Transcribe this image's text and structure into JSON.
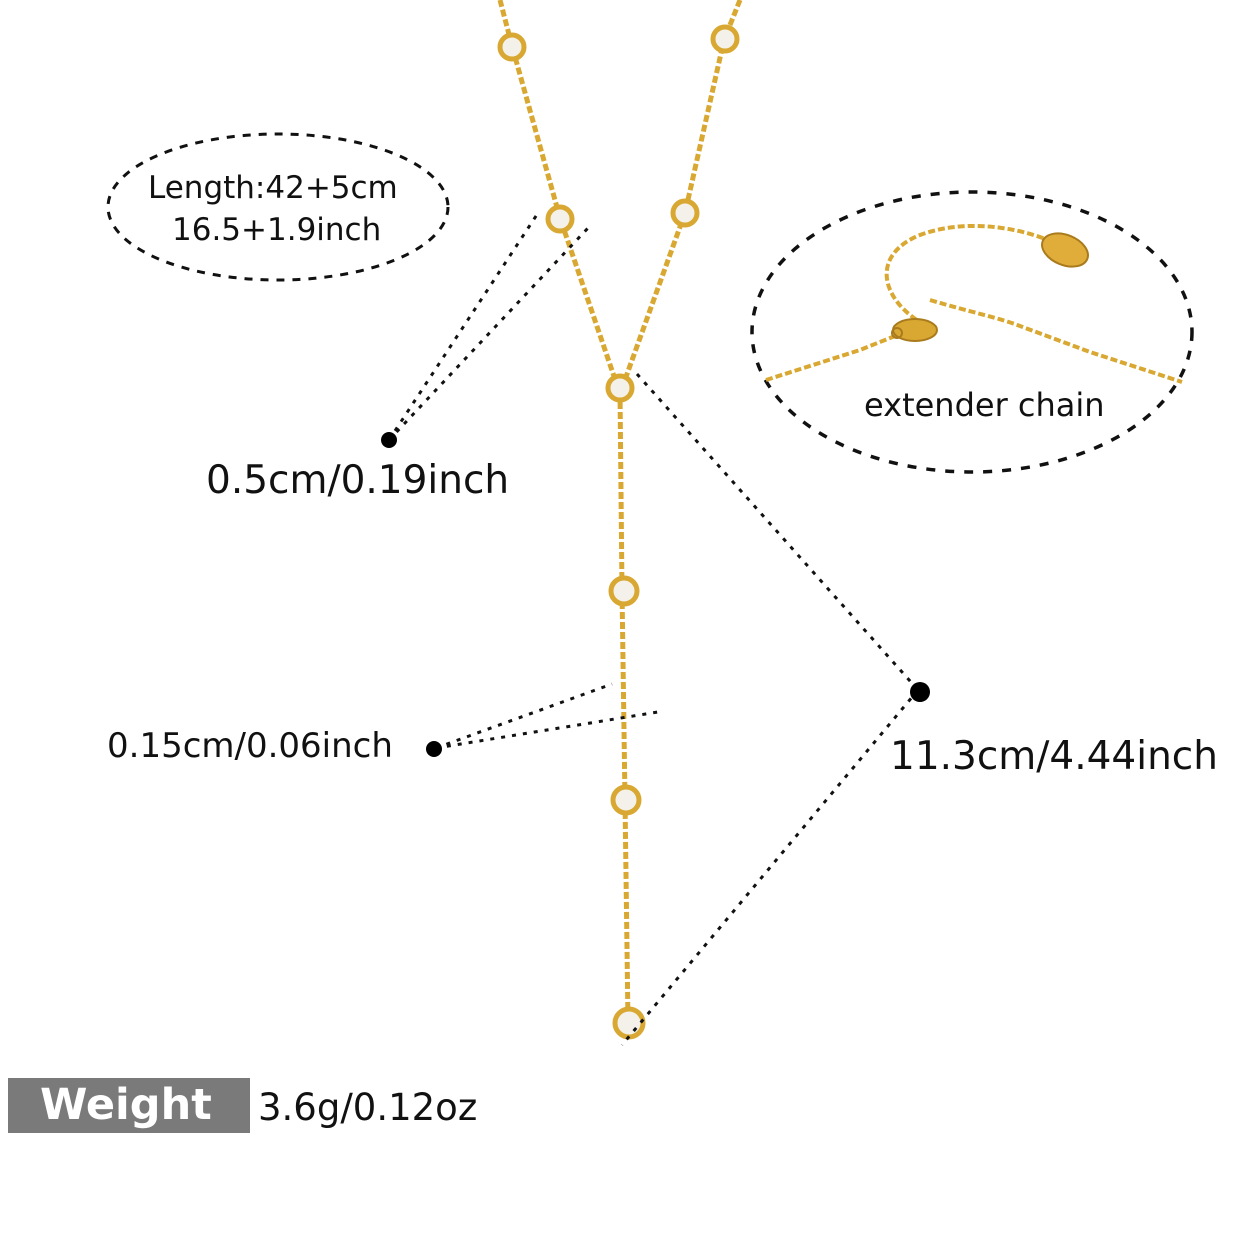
{
  "spec": {
    "length_line1": "Length:42+5cm",
    "length_line2": "16.5+1.9inch",
    "pendant_size": "0.5cm/0.19inch",
    "chain_width": "0.15cm/0.06inch",
    "drop_length": "11.3cm/4.44inch",
    "extender_label": "extender chain",
    "weight_label": "Weight",
    "weight_value": "3.6g/0.12oz"
  },
  "colors": {
    "gold": "#d9a832",
    "gold_dark": "#a97b1c",
    "stone": "#f3f1ea",
    "tag_grey": "#7a7a7a",
    "guide": "#111111"
  },
  "icons": [
    "necklace-chain-icon",
    "pendant-stone-icon",
    "lobster-clasp-icon",
    "extender-tag-icon"
  ]
}
